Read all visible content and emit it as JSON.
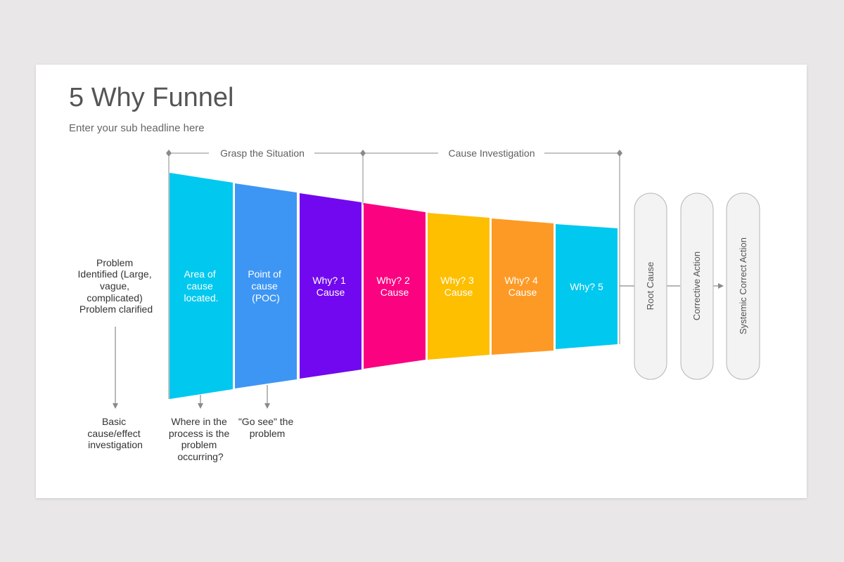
{
  "title": "5 Why Funnel",
  "subtitle": "Enter your sub headline here",
  "phases": [
    {
      "label": "Grasp the Situation"
    },
    {
      "label": "Cause Investigation"
    }
  ],
  "segments": [
    {
      "lines": [
        "Area of",
        "cause",
        "located."
      ],
      "color": "#00c8ee"
    },
    {
      "lines": [
        "Point of",
        "cause",
        "(POC)"
      ],
      "color": "#3e96f4"
    },
    {
      "lines": [
        "Why? 1",
        "Cause"
      ],
      "color": "#7208ef"
    },
    {
      "lines": [
        "Why? 2",
        "Cause"
      ],
      "color": "#fa0280"
    },
    {
      "lines": [
        "Why? 3",
        "Cause"
      ],
      "color": "#fdbf00"
    },
    {
      "lines": [
        "Why? 4",
        "Cause"
      ],
      "color": "#fd9a26"
    },
    {
      "lines": [
        "Why? 5"
      ],
      "color": "#00c8ee"
    }
  ],
  "left_note": {
    "lines": [
      "Problem",
      "Identified (Large,",
      "vague,",
      "complicated)",
      "Problem clarified"
    ]
  },
  "bottom_notes": [
    {
      "lines": [
        "Basic",
        "cause/effect",
        "investigation"
      ]
    },
    {
      "lines": [
        "Where in the",
        "process is the",
        "problem",
        "occurring?"
      ]
    },
    {
      "lines": [
        "\"Go see\" the",
        "problem"
      ]
    }
  ],
  "outcomes": [
    {
      "label": "Root Cause"
    },
    {
      "label": "Corrective Action"
    },
    {
      "label": "Systemic Correct Action"
    }
  ],
  "colors": {
    "line": "#8a8a8a",
    "pill_fill": "#f3f3f3",
    "pill_stroke": "#b5b5b5",
    "title": "#555555"
  }
}
